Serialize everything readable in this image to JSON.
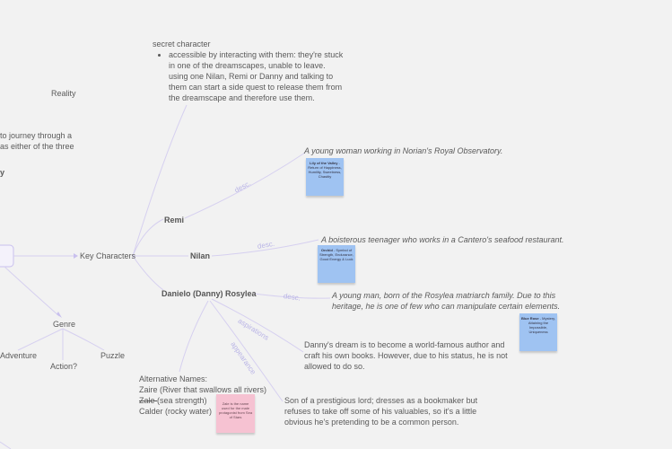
{
  "nodes": {
    "reality": "Reality",
    "left_fragment_1": "to journey through a",
    "left_fragment_2": "as either of the three",
    "left_fragment_3": "y",
    "key_characters": "Key Characters",
    "genre": "Genre",
    "adventure": "Adventure",
    "action": "Action?",
    "puzzle": "Puzzle",
    "remi": "Remi",
    "nilan": "Nilan",
    "danielo": "Danielo (Danny) Rosylea"
  },
  "secret": {
    "title": "secret character",
    "bullet_lines": [
      "accessible by interacting with them: they're stuck",
      "in one of the dreamscapes, unable to leave.",
      "using one Nilan, Remi or Danny and talking to",
      "them can start a side quest to release them from",
      "the dreamscape and therefore use them."
    ]
  },
  "descriptions": {
    "remi": "A young woman working in Norian's Royal Observatory.",
    "nilan": "A boisterous teenager who works in a Cantero's seafood restaurant.",
    "danny_line1": "A young man, born of the Rosylea matriarch family. Due to this",
    "danny_line2": "heritage, he is one of few who can manipulate certain elements."
  },
  "aspirations": {
    "line1": "Danny's dream is to become a world-famous author and",
    "line2": "craft his own books. However, due to his status, he is not",
    "line3": "allowed to do so."
  },
  "appearance": {
    "line1": "Son of a prestigious lord; dresses as a bookmaker but",
    "line2": "refuses to take off some of his valuables, so it's a little",
    "line3": "obvious he's pretending to be a common person."
  },
  "alt_names": {
    "title": "Alternative Names:",
    "line1": "Zaire (River that swallows all rivers)",
    "line2_struck": "Zale ",
    "line2_rest": "(sea strength)",
    "line3": "Calder (rocky water)"
  },
  "edge_labels": {
    "desc": "desc.",
    "aspirations": "aspirations",
    "appearance": "appearance"
  },
  "notes": {
    "remi": {
      "title": "Lily of the Valley",
      "body": " - Return of Happiness, Humility, Sweetness, Chastity"
    },
    "nilan": {
      "title": "Orchid",
      "body": " - Symbol of Strength, Endurance, Good Energy & Luck"
    },
    "danny": {
      "title": "Blue Rose",
      "body": " - Mystery, Attaining the Impossible, Uniqueness"
    },
    "alt": {
      "body": "Zale is the name used for the male protagonist from Sea of Stars"
    }
  },
  "colors": {
    "background": "#f2f2f2",
    "connector": "#d6d0f0",
    "edge_label": "#b9b4e6",
    "note_blue": "#9fc3f2",
    "note_pink": "#f6c2d2"
  }
}
